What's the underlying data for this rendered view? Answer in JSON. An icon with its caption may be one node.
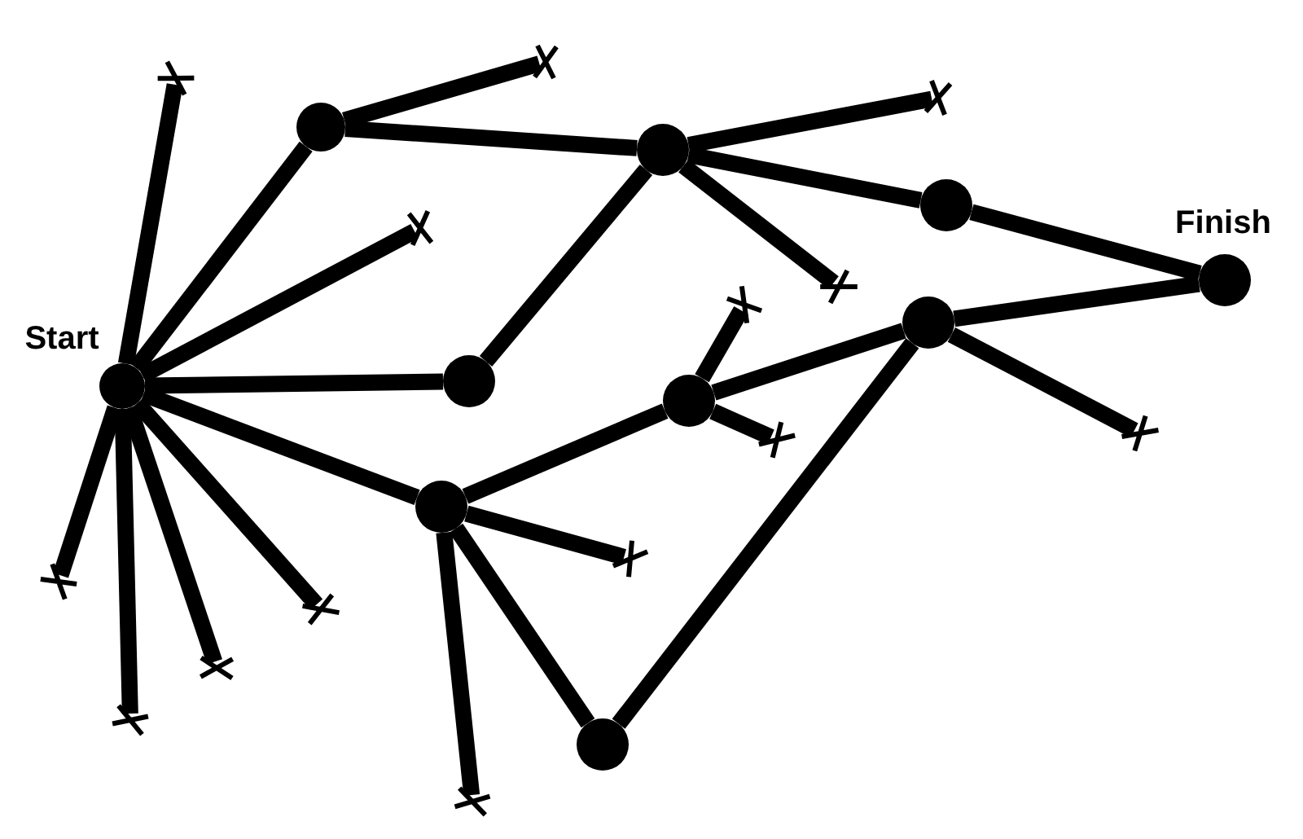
{
  "diagram": {
    "nodes": [
      {
        "text": [],
        "shape": "circle",
        "beside": [
          "Start"
        ]
      },
      {
        "text": [],
        "shape": "circle"
      },
      {
        "text": [],
        "shape": "circle"
      },
      {
        "text": [],
        "shape": "circle"
      },
      {
        "text": [],
        "shape": "circle",
        "beside": [
          "Finish"
        ]
      },
      {
        "text": [],
        "shape": "circle"
      },
      {
        "text": [],
        "shape": "circle"
      },
      {
        "text": [],
        "shape": "circle"
      },
      {
        "text": [],
        "shape": "circle"
      },
      {
        "text": [],
        "shape": "circle"
      },
      {
        "text": [],
        "shape": "cross"
      },
      {
        "text": [],
        "shape": "cross"
      },
      {
        "text": [],
        "shape": "cross"
      },
      {
        "text": [],
        "shape": "cross"
      },
      {
        "text": [],
        "shape": "cross"
      },
      {
        "text": [],
        "shape": "cross"
      },
      {
        "text": [],
        "shape": "cross"
      },
      {
        "text": [],
        "shape": "cross"
      },
      {
        "text": [],
        "shape": "cross"
      },
      {
        "text": [],
        "shape": "cross"
      },
      {
        "text": [],
        "shape": "cross"
      },
      {
        "text": [],
        "shape": "cross"
      },
      {
        "text": [],
        "shape": "cross"
      },
      {
        "text": [],
        "shape": "cross"
      }
    ],
    "edges": [
      {
        "from": 0,
        "to": 1,
        "arrow": "none"
      },
      {
        "from": 0,
        "to": 5,
        "arrow": "none"
      },
      {
        "from": 0,
        "to": 8,
        "arrow": "none"
      },
      {
        "from": 1,
        "to": 2,
        "arrow": "none"
      },
      {
        "from": 2,
        "to": 5,
        "arrow": "none"
      },
      {
        "from": 2,
        "to": 3,
        "arrow": "none"
      },
      {
        "from": 3,
        "to": 4,
        "arrow": "none"
      },
      {
        "from": 7,
        "to": 4,
        "arrow": "none"
      },
      {
        "from": 6,
        "to": 7,
        "arrow": "none"
      },
      {
        "from": 8,
        "to": 6,
        "arrow": "none"
      },
      {
        "from": 8,
        "to": 9,
        "arrow": "none"
      },
      {
        "from": 9,
        "to": 7,
        "arrow": "none"
      },
      {
        "from": 0,
        "to": 10,
        "arrow": "none"
      },
      {
        "from": 0,
        "to": 11,
        "arrow": "none"
      },
      {
        "from": 0,
        "to": 12,
        "arrow": "none"
      },
      {
        "from": 0,
        "to": 13,
        "arrow": "none"
      },
      {
        "from": 0,
        "to": 14,
        "arrow": "none"
      },
      {
        "from": 0,
        "to": 15,
        "arrow": "none"
      },
      {
        "from": 1,
        "to": 16,
        "arrow": "none"
      },
      {
        "from": 2,
        "to": 17,
        "arrow": "none"
      },
      {
        "from": 2,
        "to": 18,
        "arrow": "none"
      },
      {
        "from": 6,
        "to": 19,
        "arrow": "none"
      },
      {
        "from": 6,
        "to": 20,
        "arrow": "none"
      },
      {
        "from": 7,
        "to": 21,
        "arrow": "none"
      },
      {
        "from": 8,
        "to": 22,
        "arrow": "none"
      },
      {
        "from": 8,
        "to": 23,
        "arrow": "none"
      }
    ]
  }
}
